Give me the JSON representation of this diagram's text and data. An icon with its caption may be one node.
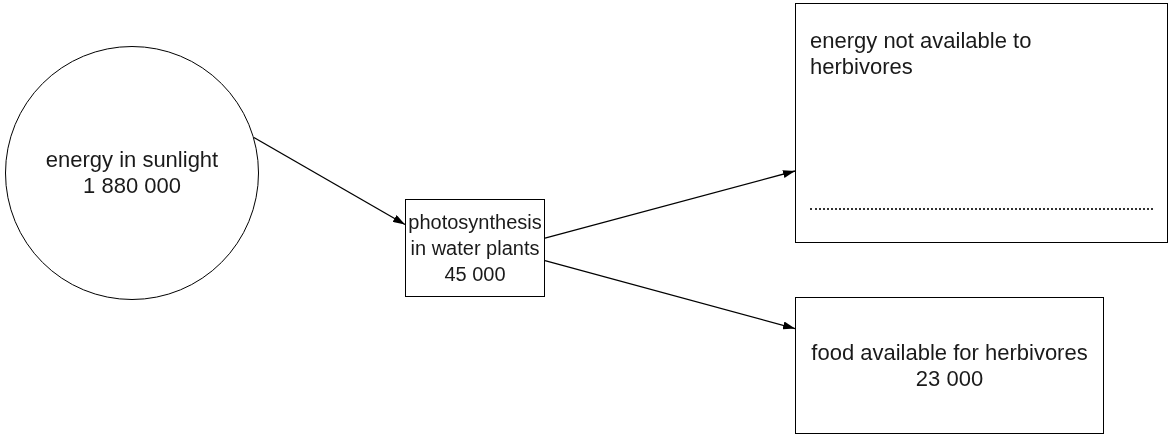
{
  "diagram": {
    "nodes": [
      {
        "text": [
          "energy in sunlight",
          "1 880 000"
        ]
      },
      {
        "text": [
          "photosynthesis in water plants",
          "45 000"
        ]
      },
      {
        "text": [
          "energy not available to herbivores"
        ]
      },
      {
        "text": [
          "food available for herbivores",
          "23 000"
        ]
      }
    ],
    "edges": [
      {
        "from": 0,
        "to": 1,
        "arrow": "to"
      },
      {
        "from": 1,
        "to": 2,
        "arrow": "to"
      },
      {
        "from": 1,
        "to": 3,
        "arrow": "to"
      }
    ]
  }
}
